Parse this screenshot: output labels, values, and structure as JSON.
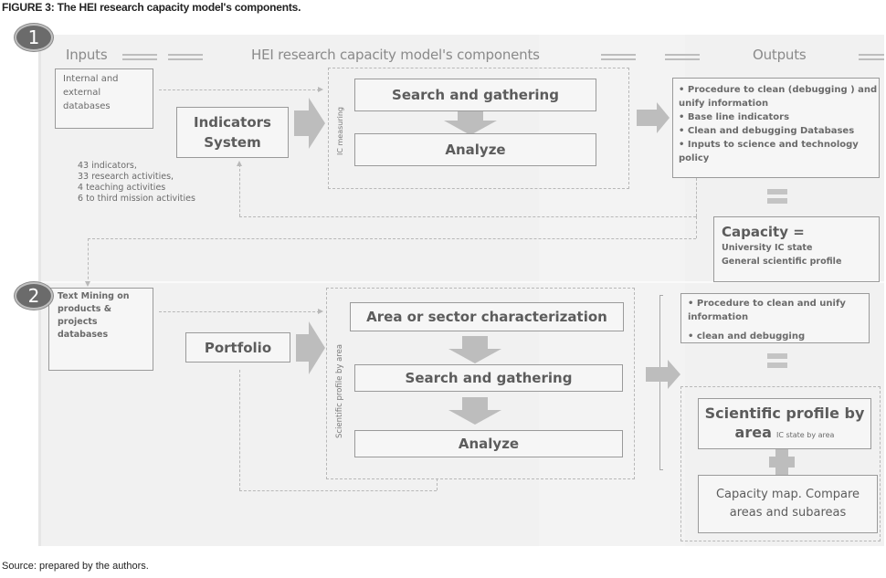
{
  "figure": {
    "title": "FIGURE 3: The HEI research capacity model's components.",
    "source": "Source: prepared by the authors."
  },
  "headers": {
    "inputs": "Inputs",
    "components": "HEI research capacity model's components",
    "outputs": "Outputs"
  },
  "section1": {
    "badge": "1",
    "input_box": "Internal and external databases",
    "system_box": [
      "Indicators",
      "System"
    ],
    "indicator_notes": [
      "43 indicators,",
      "33 research activities,",
      "4 teaching activities",
      "6 to third mission activities"
    ],
    "group_label": "IC measuring",
    "steps": [
      "Search and gathering",
      "Analyze"
    ],
    "outputs": [
      "• Procedure to clean (debugging ) and",
      "unify information",
      "• Base line indicators",
      "• Clean and debugging Databases",
      "• Inputs to science and technology",
      "policy"
    ],
    "capacity": {
      "title": "Capacity =",
      "lines": [
        "University IC state",
        "General scientific profile"
      ]
    }
  },
  "section2": {
    "badge": "2",
    "input_box": [
      "Text Mining on",
      "products &",
      "projects",
      "databases"
    ],
    "system_box": "Portfolio",
    "group_label": "Scientific profile by area",
    "steps": [
      "Area or sector characterization",
      "Search and gathering",
      "Analyze"
    ],
    "outputs": [
      "• Procedure to clean and unify",
      "information",
      "• clean and debugging"
    ],
    "profile": {
      "title_line1": "Scientific profile by",
      "title_line2": "area",
      "subtitle": "IC state by area"
    },
    "capacity_map": [
      "Capacity map. Compare",
      "areas and subareas"
    ]
  },
  "colors": {
    "panel": "#f1f1f1",
    "arrow": "#bdbdbd",
    "badge": "#6b6b6b"
  }
}
